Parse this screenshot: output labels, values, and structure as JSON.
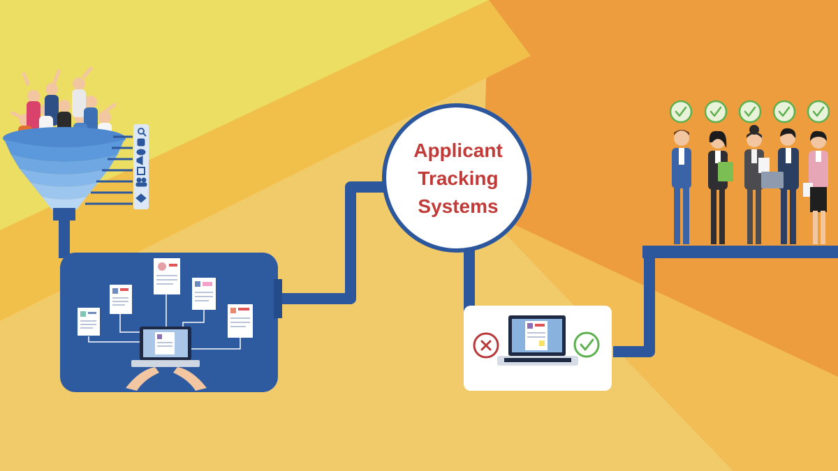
{
  "ats_circle": {
    "lines": [
      "Applicant",
      "Tracking",
      "Systems"
    ]
  },
  "icons": {
    "funnel_side_column": [
      "search-icon",
      "phone-icon",
      "chat-icon",
      "megaphone-icon",
      "edit-icon",
      "people-icon",
      "handshake-icon"
    ],
    "reject_mark": "x-mark-icon",
    "approve_mark": "check-mark-icon",
    "selected_check": "check-mark-icon"
  },
  "selected_candidates_count": 5,
  "colors": {
    "background_yellow": "#ECDA62",
    "background_orange": "#EE9E3E",
    "background_light_orange": "#F3C25F",
    "pipe_blue": "#2C579D",
    "ats_text_red": "#C23A37",
    "reject_red": "#B8383A",
    "approve_green": "#5DB04E"
  }
}
